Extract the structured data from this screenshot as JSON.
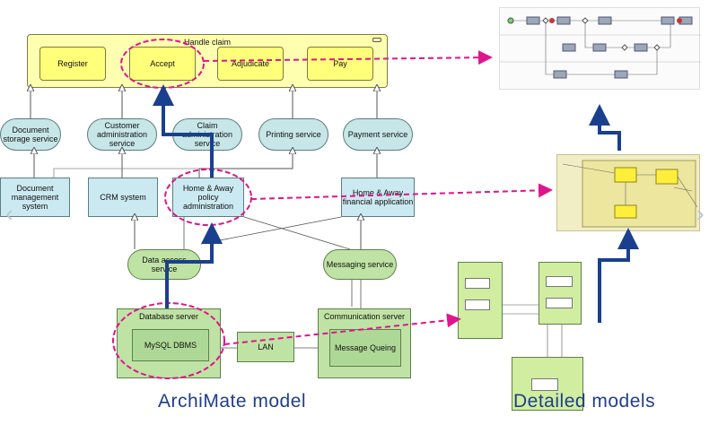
{
  "business": {
    "container_label": "Handle claim",
    "processes": [
      {
        "id": "register",
        "label": "Register"
      },
      {
        "id": "accept",
        "label": "Accept"
      },
      {
        "id": "adjudicate",
        "label": "Adjudicate"
      },
      {
        "id": "pay",
        "label": "Pay"
      }
    ]
  },
  "business_services": [
    {
      "id": "doc-storage",
      "label": "Document storage service"
    },
    {
      "id": "customer-admin",
      "label": "Customer administration service"
    },
    {
      "id": "claim-admin",
      "label": "Claim administration service"
    },
    {
      "id": "printing",
      "label": "Printing service"
    },
    {
      "id": "payment",
      "label": "Payment service"
    }
  ],
  "applications": [
    {
      "id": "doc-mgmt",
      "label": "Document management system"
    },
    {
      "id": "crm",
      "label": "CRM system"
    },
    {
      "id": "home-away-policy",
      "label": "Home & Away policy administration"
    },
    {
      "id": "home-away-financial",
      "label": "Home & Away financial application"
    }
  ],
  "infra_services": [
    {
      "id": "data-access",
      "label": "Data access service"
    },
    {
      "id": "messaging",
      "label": "Messaging service"
    }
  ],
  "tech": {
    "db_server": {
      "label": "Database server",
      "inner": "MySQL DBMS"
    },
    "lan": {
      "label": "LAN"
    },
    "comm_server": {
      "label": "Communication server",
      "inner": "Message Queing"
    }
  },
  "captions": {
    "left": "ArchiMate model",
    "right": "Detailed models"
  },
  "colors": {
    "highlight": "#e0148c",
    "arrow": "#1a3f8f",
    "business": "#ffffb0",
    "application": "#cbe9f0",
    "technology": "#bfe3a5"
  }
}
